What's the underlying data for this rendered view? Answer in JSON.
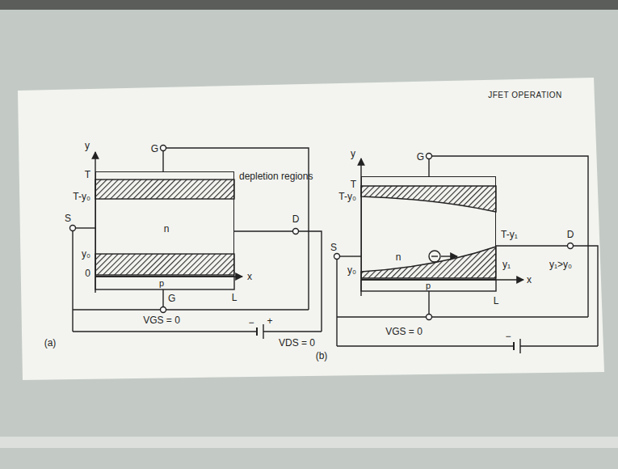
{
  "diagram": {
    "title": "JFET OPERATION",
    "nodes": [
      {
        "text": [
          "n"
        ]
      },
      {
        "text": [
          "n"
        ]
      }
    ],
    "labels": [
      "y",
      "G",
      "T",
      "T-y₀",
      "depletion regions",
      "S",
      "D",
      "y₀",
      "0",
      "p",
      "x",
      "L",
      "G",
      "VGS = 0",
      "−",
      "+",
      "VDS = 0",
      "(a)",
      "y",
      "G",
      "T",
      "T-y₀",
      "S",
      "T-y₁",
      "D",
      "y₁",
      "y₁>y₀",
      "y₀",
      "p",
      "x",
      "L",
      "VGS = 0",
      "−",
      "(b)"
    ]
  }
}
